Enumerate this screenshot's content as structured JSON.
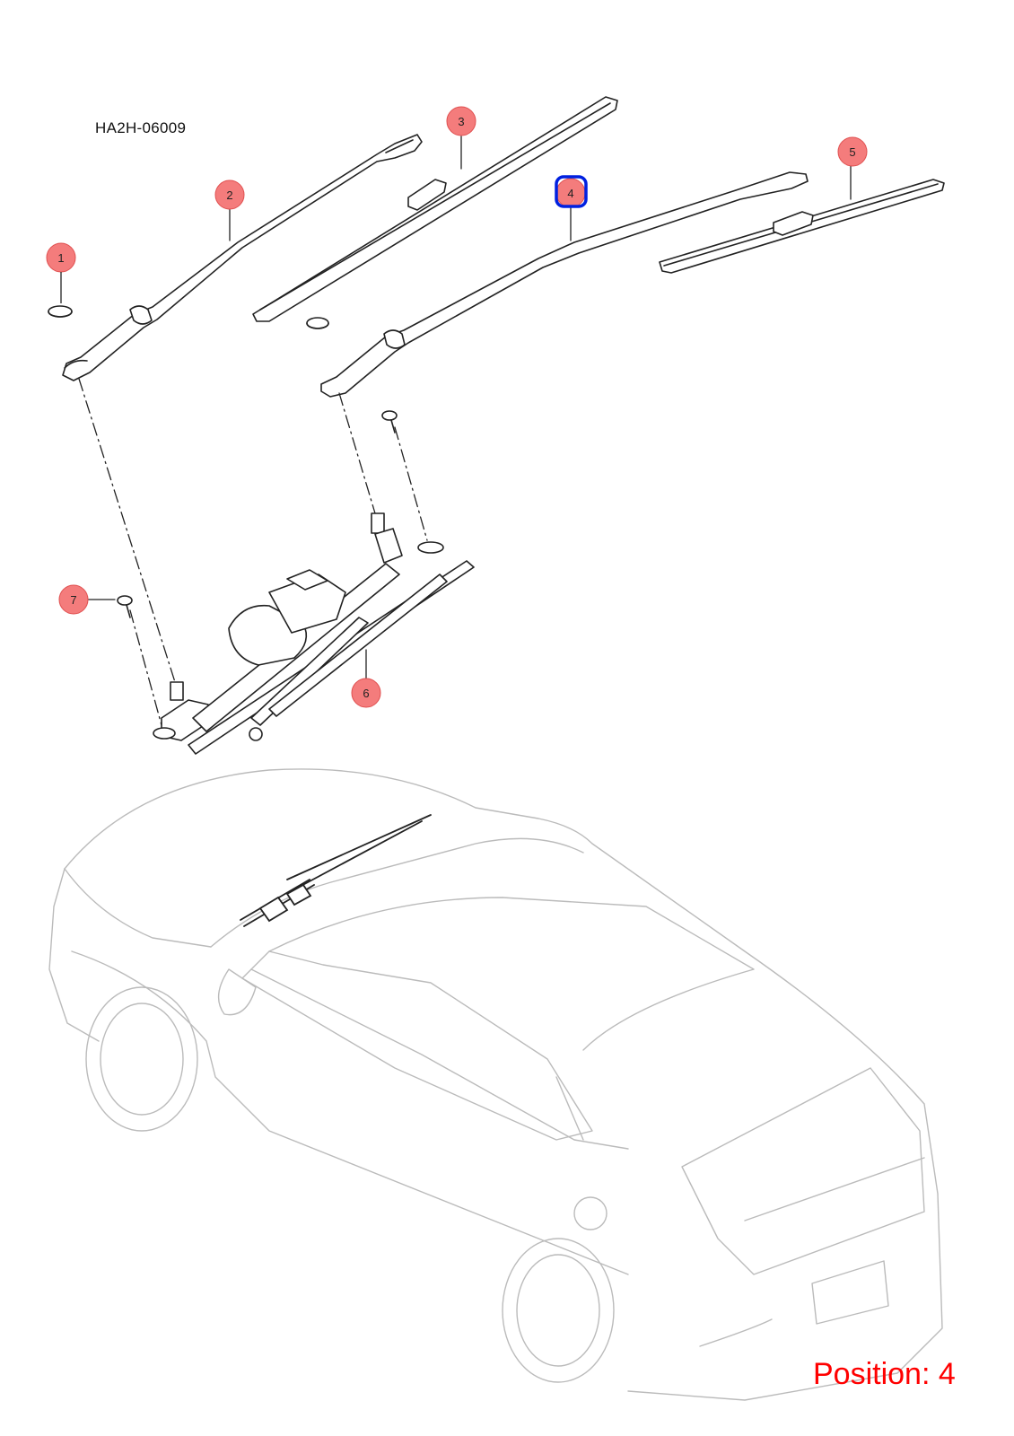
{
  "diagram": {
    "code": "HA2H-06009",
    "position_label": "Position: 4",
    "selected_callout": "4",
    "colors": {
      "callout_fill": "#f47c7c",
      "callout_stroke": "#e05050",
      "selected_stroke": "#0020e0",
      "position_text": "#ff0000",
      "line_art": "#222222",
      "car_outline": "#bbbbbb"
    },
    "callouts": [
      {
        "id": "1",
        "label": "1"
      },
      {
        "id": "2",
        "label": "2"
      },
      {
        "id": "3",
        "label": "3"
      },
      {
        "id": "4",
        "label": "4"
      },
      {
        "id": "5",
        "label": "5"
      },
      {
        "id": "6",
        "label": "6"
      },
      {
        "id": "7",
        "label": "7"
      }
    ]
  }
}
